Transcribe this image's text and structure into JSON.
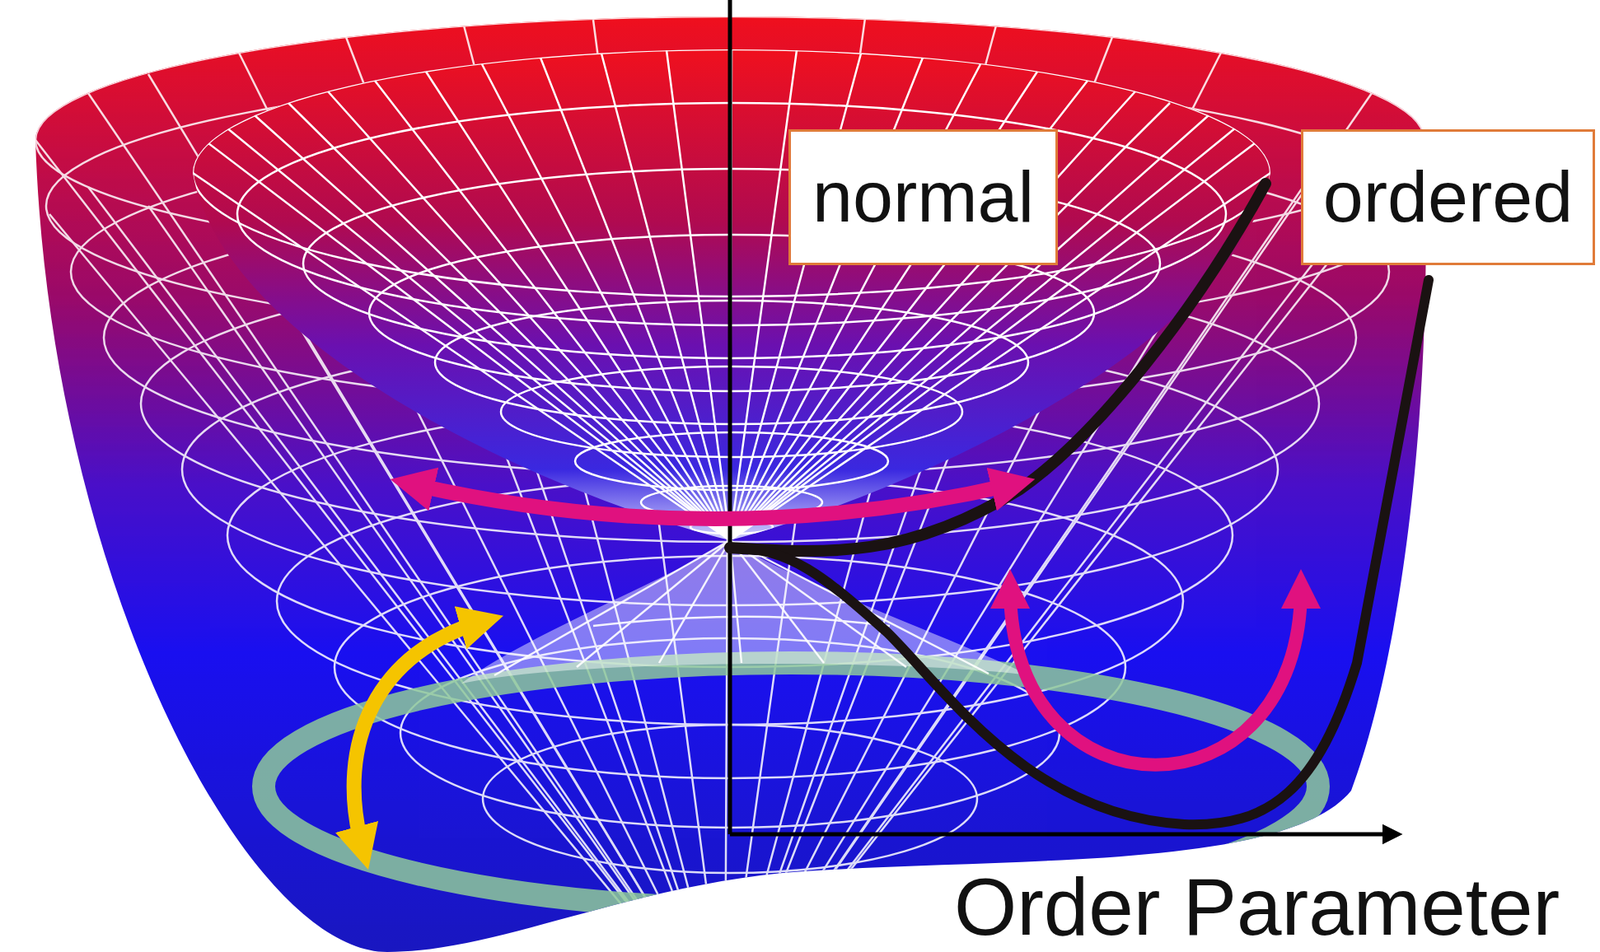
{
  "diagram": {
    "nodes": [
      {
        "text": [
          "normal"
        ]
      },
      {
        "text": [
          "ordered"
        ]
      }
    ],
    "labels": [
      "Order Parameter"
    ]
  }
}
